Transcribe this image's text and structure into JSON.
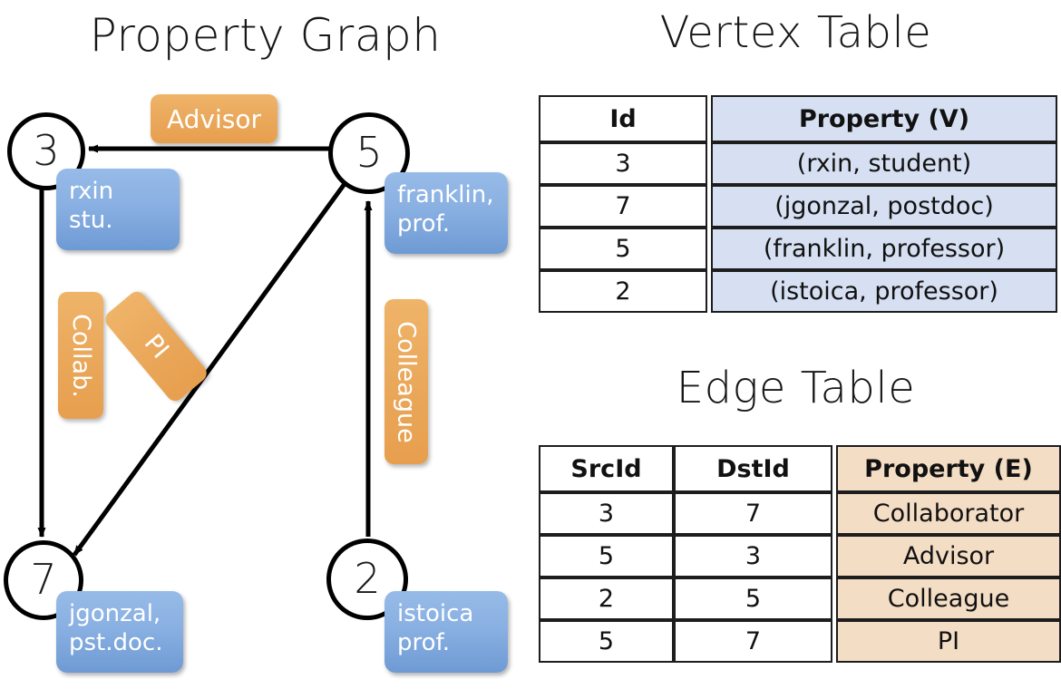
{
  "titles": {
    "property_graph": "Property Graph",
    "vertex_table": "Vertex Table",
    "edge_table": "Edge Table"
  },
  "colors": {
    "vertex_property_fill": "#d6e0f2",
    "edge_property_fill": "#f4ddc5",
    "node_box_blue": "#89b0e2",
    "edge_label_orange": "#eaa85b",
    "stroke": "#000000"
  },
  "graph": {
    "nodes": [
      {
        "id": "3",
        "prop_line1": "rxin",
        "prop_line2": "stu."
      },
      {
        "id": "5",
        "prop_line1": "franklin,",
        "prop_line2": "prof."
      },
      {
        "id": "7",
        "prop_line1": "jgonzal,",
        "prop_line2": "pst.doc."
      },
      {
        "id": "2",
        "prop_line1": "istoica",
        "prop_line2": "prof."
      }
    ],
    "edge_labels": [
      {
        "name": "advisor",
        "text": "Advisor"
      },
      {
        "name": "collab",
        "text": "Collab."
      },
      {
        "name": "pi",
        "text": "PI"
      },
      {
        "name": "colleague",
        "text": "Colleague"
      }
    ]
  },
  "vertex_table": {
    "headers": [
      "Id",
      "Property (V)"
    ],
    "rows": [
      {
        "id": "3",
        "property": "(rxin, student)"
      },
      {
        "id": "7",
        "property": "(jgonzal, postdoc)"
      },
      {
        "id": "5",
        "property": "(franklin, professor)"
      },
      {
        "id": "2",
        "property": "(istoica, professor)"
      }
    ]
  },
  "edge_table": {
    "headers": [
      "SrcId",
      "DstId",
      "Property (E)"
    ],
    "rows": [
      {
        "src": "3",
        "dst": "7",
        "property": "Collaborator"
      },
      {
        "src": "5",
        "dst": "3",
        "property": "Advisor"
      },
      {
        "src": "2",
        "dst": "5",
        "property": "Colleague"
      },
      {
        "src": "5",
        "dst": "7",
        "property": "PI"
      }
    ]
  }
}
